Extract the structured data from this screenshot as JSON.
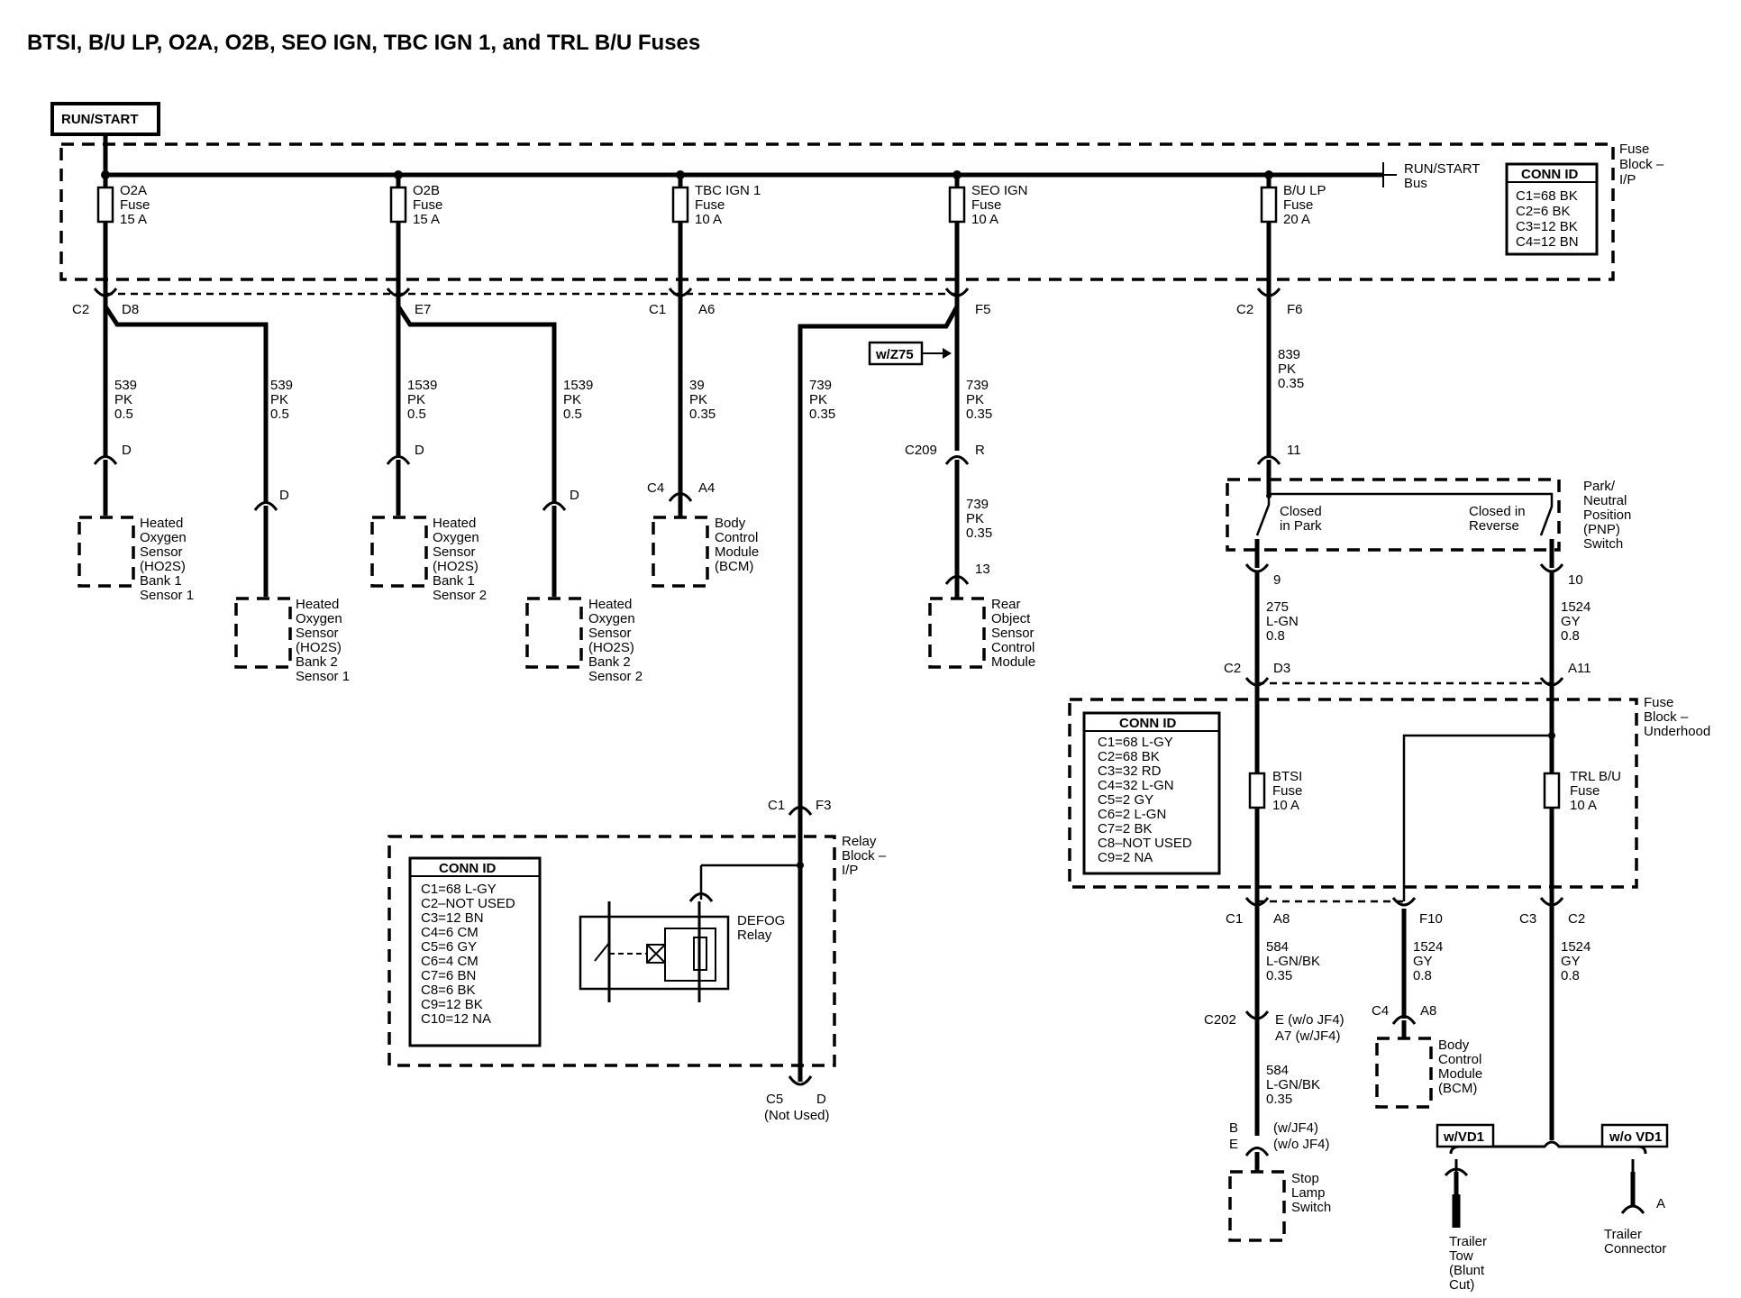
{
  "title": "BTSI, B/U LP, O2A, O2B, SEO IGN, TBC IGN 1, and TRL B/U Fuses",
  "run_start": "RUN/START",
  "fuse_block_ip": {
    "label": [
      "Fuse",
      "Block –",
      "I/P"
    ],
    "bus": [
      "RUN/START",
      "Bus"
    ],
    "conn_id_title": "CONN ID",
    "conn_ids": [
      "C1=68 BK",
      "C2=6 BK",
      "C3=12 BK",
      "C4=12 BN"
    ]
  },
  "fuses": {
    "o2a": [
      "O2A",
      "Fuse",
      "15 A"
    ],
    "o2b": [
      "O2B",
      "Fuse",
      "15 A"
    ],
    "tbc": [
      "TBC IGN 1",
      "Fuse",
      "10 A"
    ],
    "seo": [
      "SEO IGN",
      "Fuse",
      "10 A"
    ],
    "bulp": [
      "B/U LP",
      "Fuse",
      "20 A"
    ],
    "btsi": [
      "BTSI",
      "Fuse",
      "10 A"
    ],
    "trlbu": [
      "TRL B/U",
      "Fuse",
      "10 A"
    ]
  },
  "connectors": {
    "c2": "C2",
    "d8": "D8",
    "e7": "E7",
    "c1": "C1",
    "a6": "A6",
    "f5": "F5",
    "f6": "F6",
    "d": "D",
    "c4": "C4",
    "a4": "A4",
    "c209": "C209",
    "r": "R",
    "n13": "13",
    "n11": "11",
    "n9": "9",
    "n10": "10",
    "d3": "D3",
    "a11": "A11",
    "f3": "F3",
    "a8": "A8",
    "f10": "F10",
    "c3": "C3",
    "c202": "C202",
    "c5": "C5",
    "not_used": "(Not Used)",
    "b": "B",
    "e": "E",
    "a": "A",
    "e_wo_jf4": "E (w/o JF4)",
    "a7_w_jf4": "A7 (w/JF4)",
    "w_jf4": "(w/JF4)",
    "wo_jf4": "(w/o JF4)"
  },
  "wires": {
    "w539": [
      "539",
      "PK",
      "0.5"
    ],
    "w1539": [
      "1539",
      "PK",
      "0.5"
    ],
    "w39": [
      "39",
      "PK",
      "0.35"
    ],
    "w739": [
      "739",
      "PK",
      "0.35"
    ],
    "w839": [
      "839",
      "PK",
      "0.35"
    ],
    "w275": [
      "275",
      "L-GN",
      "0.8"
    ],
    "w1524": [
      "1524",
      "GY",
      "0.8"
    ],
    "w584": [
      "584",
      "L-GN/BK",
      "0.35"
    ]
  },
  "option_tags": {
    "wz75": "w/Z75",
    "wvd1": "w/VD1",
    "wovd1": "w/o VD1"
  },
  "components": {
    "ho2s_b1s1": [
      "Heated",
      "Oxygen",
      "Sensor",
      "(HO2S)",
      "Bank 1",
      "Sensor 1"
    ],
    "ho2s_b2s1": [
      "Heated",
      "Oxygen",
      "Sensor",
      "(HO2S)",
      "Bank 2",
      "Sensor 1"
    ],
    "ho2s_b1s2": [
      "Heated",
      "Oxygen",
      "Sensor",
      "(HO2S)",
      "Bank 1",
      "Sensor 2"
    ],
    "ho2s_b2s2": [
      "Heated",
      "Oxygen",
      "Sensor",
      "(HO2S)",
      "Bank 2",
      "Sensor 2"
    ],
    "bcm": [
      "Body",
      "Control",
      "Module",
      "(BCM)"
    ],
    "rear_object": [
      "Rear",
      "Object",
      "Sensor",
      "Control",
      "Module"
    ],
    "pnp": [
      "Park/",
      "Neutral",
      "Position",
      "(PNP)",
      "Switch"
    ],
    "pnp_park": [
      "Closed",
      "in Park"
    ],
    "pnp_reverse": [
      "Closed in",
      "Reverse"
    ],
    "stop_lamp": [
      "Stop",
      "Lamp",
      "Switch"
    ],
    "trailer_tow": [
      "Trailer",
      "Tow",
      "(Blunt",
      "Cut)"
    ],
    "trailer_conn": [
      "Trailer",
      "Connector"
    ],
    "defog": [
      "DEFOG",
      "Relay"
    ]
  },
  "underhood": {
    "label": [
      "Fuse",
      "Block –",
      "Underhood"
    ],
    "conn_id_title": "CONN ID",
    "conn_ids": [
      "C1=68 L-GY",
      "C2=68 BK",
      "C3=32 RD",
      "C4=32 L-GN",
      "C5=2 GY",
      "C6=2 L-GN",
      "C7=2 BK",
      "C8–NOT USED",
      "C9=2 NA"
    ]
  },
  "relay_block": {
    "label": [
      "Relay",
      "Block –",
      "I/P"
    ],
    "conn_id_title": "CONN ID",
    "conn_ids": [
      "C1=68 L-GY",
      "C2–NOT USED",
      "C3=12 BN",
      "C4=6 CM",
      "C5=6 GY",
      "C6=4 CM",
      "C7=6 BN",
      "C8=6 BK",
      "C9=12 BK",
      "C10=12 NA"
    ]
  }
}
